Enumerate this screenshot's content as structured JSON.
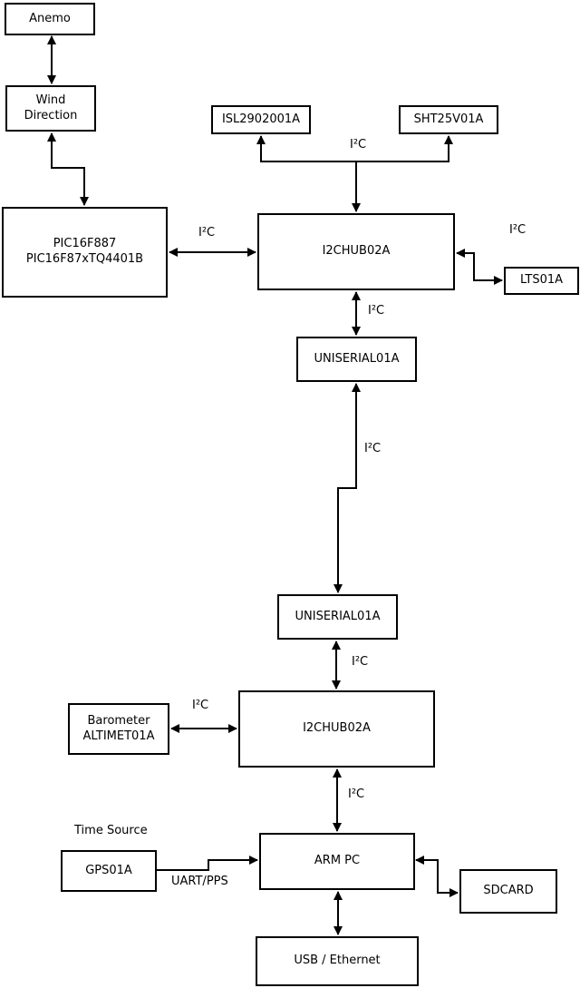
{
  "nodes": {
    "anemo": "Anemo",
    "wind_direction": "Wind\nDirection",
    "pic": "PIC16F887\nPIC16F87xTQ4401B",
    "isl": "ISL2902001A",
    "sht": "SHT25V01A",
    "hub1": "I2CHUB02A",
    "lts": "LTS01A",
    "uniserial1": "UNISERIAL01A",
    "uniserial2": "UNISERIAL01A",
    "hub2": "I2CHUB02A",
    "barometer": "Barometer\nALTIMET01A",
    "gps": "GPS01A",
    "armpc": "ARM PC",
    "sdcard": "SDCARD",
    "usb": "USB / Ethernet"
  },
  "labels": {
    "i2c": "I²C",
    "uart_pps": "UART/PPS",
    "time_source": "Time Source"
  },
  "colors": {
    "line": "#000000",
    "box_fill": "#ffffff",
    "background": "#ffffff"
  }
}
